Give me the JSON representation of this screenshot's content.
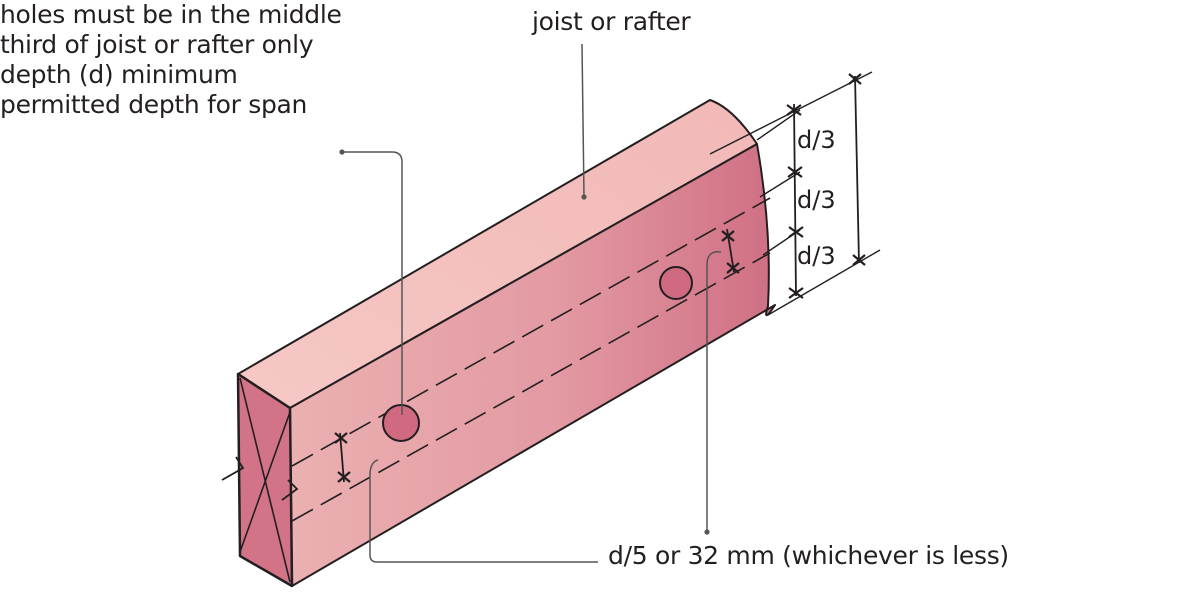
{
  "labels": {
    "joist": "joist or rafter",
    "holes_line1": "holes must be in the middle",
    "holes_line2": "third of joist or rafter only",
    "depth_line1": "depth (d) minimum",
    "depth_line2": "permitted depth for span",
    "hole_size": "d/5 or 32 mm (whichever is less)"
  },
  "dimensions": [
    "d/3",
    "d/3",
    "d/3"
  ],
  "colors": {
    "top_face": "#f4c0be",
    "side_face_light": "#ebb0b1",
    "side_face_dark": "#cf6f83",
    "end_face": "#d27388",
    "hole_fill": "#d06a80",
    "ink": "#231f20",
    "leader": "#555555"
  }
}
